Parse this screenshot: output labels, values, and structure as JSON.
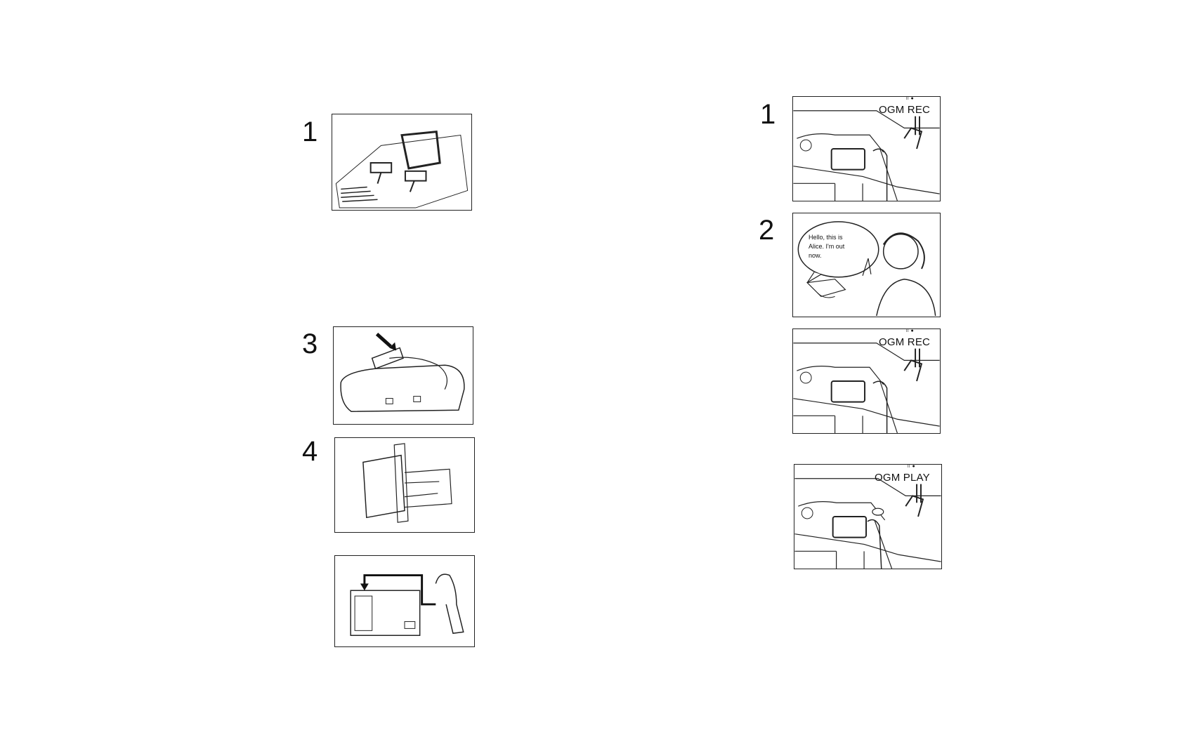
{
  "left_column": {
    "steps": [
      {
        "number": "1"
      },
      {
        "number": "3"
      },
      {
        "number": "4"
      }
    ]
  },
  "right_column": {
    "steps": [
      {
        "number": "1",
        "panel_label": "OGM REC",
        "small_mark": "⠿ ●"
      },
      {
        "number": "2",
        "speech": [
          "Hello, this is",
          "Alice. I'm out",
          "now."
        ]
      },
      {
        "panel_label": "OGM REC",
        "small_mark": "⠿ ●"
      },
      {
        "panel_label": "OGM PLAY",
        "small_mark": "⠿ ●"
      }
    ]
  }
}
